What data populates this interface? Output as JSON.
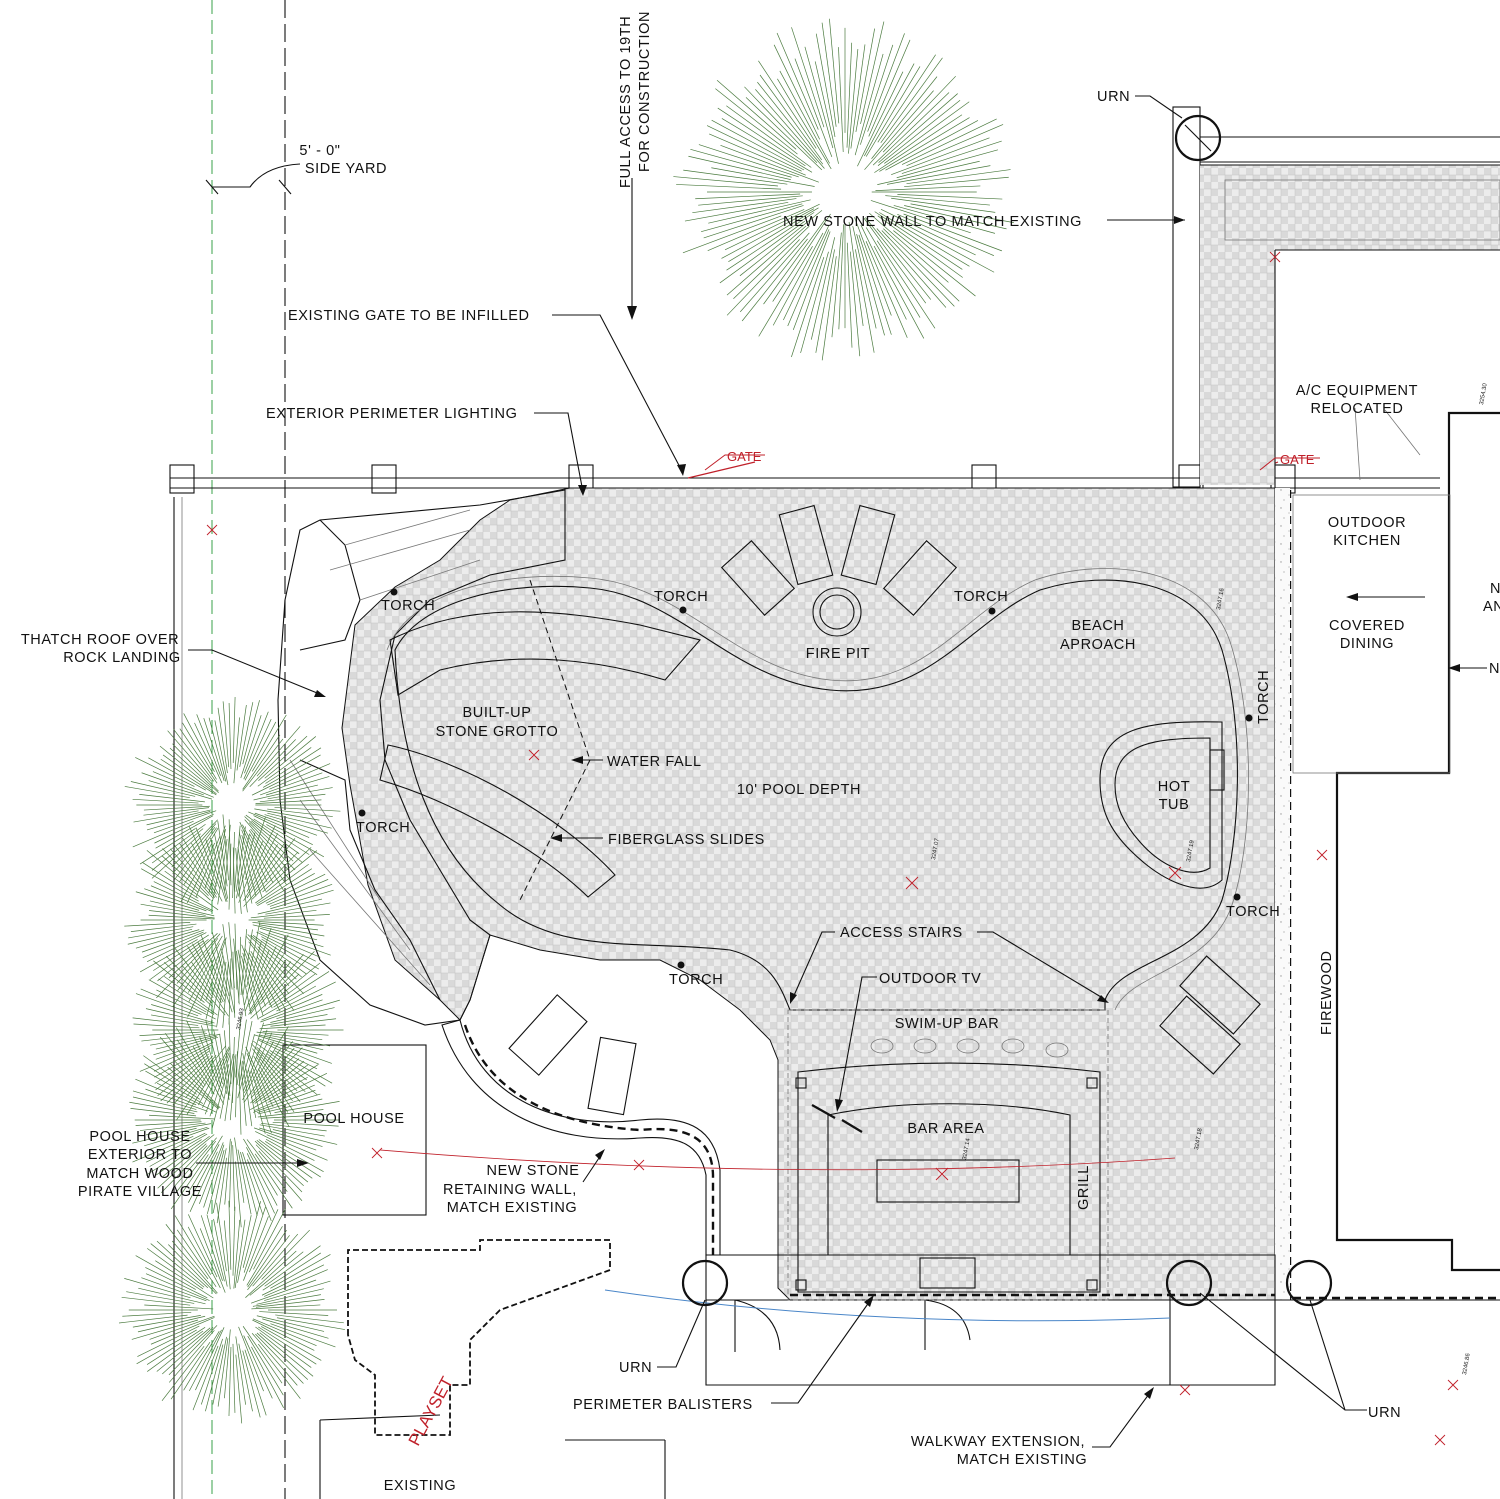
{
  "labels": {
    "side_yard_dim": "5' - 0\"",
    "side_yard": "SIDE YARD",
    "full_access_1": "FULL ACCESS TO 19TH",
    "full_access_2": "FOR CONSTRUCTION",
    "urn": "URN",
    "new_stone_wall": "NEW STONE WALL TO MATCH EXISTING",
    "existing_gate": "EXISTING GATE TO BE INFILLED",
    "ext_lighting": "EXTERIOR PERIMETER LIGHTING",
    "gate": "GATE",
    "ac_1": "A/C EQUIPMENT",
    "ac_2": "RELOCATED",
    "outdoor_kitchen_1": "OUTDOOR",
    "outdoor_kitchen_2": "KITCHEN",
    "covered_dining_1": "COVERED",
    "covered_dining_2": "DINING",
    "torch": "TORCH",
    "fire_pit": "FIRE PIT",
    "beach_1": "BEACH",
    "beach_2": "APROACH",
    "thatch_1": "THATCH ROOF OVER",
    "thatch_2": "ROCK LANDING",
    "grotto_1": "BUILT-UP",
    "grotto_2": "STONE GROTTO",
    "water_fall": "WATER FALL",
    "pool_depth": "10' POOL DEPTH",
    "hot_tub_1": "HOT",
    "hot_tub_2": "TUB",
    "slides": "FIBERGLASS SLIDES",
    "access_stairs": "ACCESS STAIRS",
    "outdoor_tv": "OUTDOOR TV",
    "swim_up_bar": "SWIM-UP BAR",
    "bar_area": "BAR AREA",
    "grill": "GRILL",
    "firewood": "FIREWOOD",
    "pool_house": "POOL HOUSE",
    "pool_house_ext_1": "POOL HOUSE",
    "pool_house_ext_2": "EXTERIOR TO",
    "pool_house_ext_3": "MATCH WOOD",
    "pool_house_ext_4": "PIRATE VILLAGE",
    "retaining_1": "NEW STONE",
    "retaining_2": "RETAINING WALL,",
    "retaining_3": "MATCH EXISTING",
    "playset": "PLAYSET",
    "perimeter_balisters": "PERIMETER BALISTERS",
    "walkway_1": "WALKWAY EXTENSION,",
    "walkway_2": "MATCH EXISTING",
    "existing": "EXISTING",
    "edge_n1": "N",
    "edge_an": "AN",
    "edge_n2": "N"
  },
  "spot_elevations": {
    "e1": "3247.07",
    "e2": "3247.14",
    "e3": "3247.19",
    "e4": "3246.93",
    "e5": "3247.16",
    "e6": "3247.18",
    "e7": "3246.86",
    "e8": "3254.30"
  },
  "colors": {
    "linework": "#111111",
    "annotation_red": "#c0202a",
    "tree_green": "#4a7a3e",
    "water_fill": "#eef1f1",
    "paver_fill": "#e8e8e8",
    "utility_blue": "#4a86c8"
  }
}
